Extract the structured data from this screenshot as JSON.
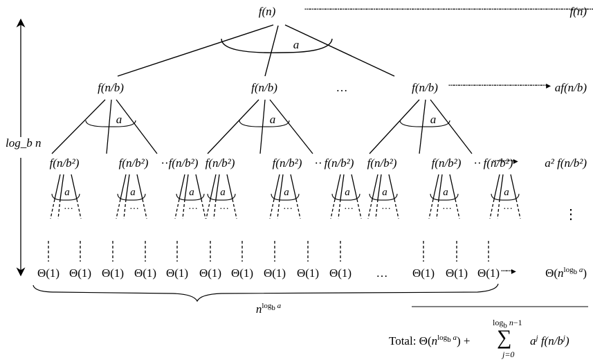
{
  "root": {
    "label": "f(n)"
  },
  "level1": {
    "labels": [
      "f(n/b)",
      "f(n/b)",
      "f(n/b)"
    ],
    "ellipsis": "…",
    "branch_label": "a"
  },
  "level2": {
    "label": "f(n/b²)",
    "sep": "··",
    "branch_label": "a"
  },
  "level3": {
    "branch_label": "a",
    "ellipsis": "···"
  },
  "leaves": {
    "label": "Θ(1)",
    "ellipsis": "…",
    "left_count": 10,
    "right_count": 3
  },
  "row_costs": {
    "level0": "f(n)",
    "level1": "af(n/b)",
    "level2": "a² f(n/b²)",
    "vdots": "⋮",
    "leaves": "Θ(n^(log_b a))"
  },
  "height_label": "log_b n",
  "brace_label": "n^(log_b a)",
  "total": {
    "prefix": "Total: ",
    "theta_term": "Θ(n^(log_b a))",
    "plus": "+",
    "sum_upper": "log_b n−1",
    "sum_lower": "j=0",
    "sum_term": "a^j f(n/b^j)"
  }
}
